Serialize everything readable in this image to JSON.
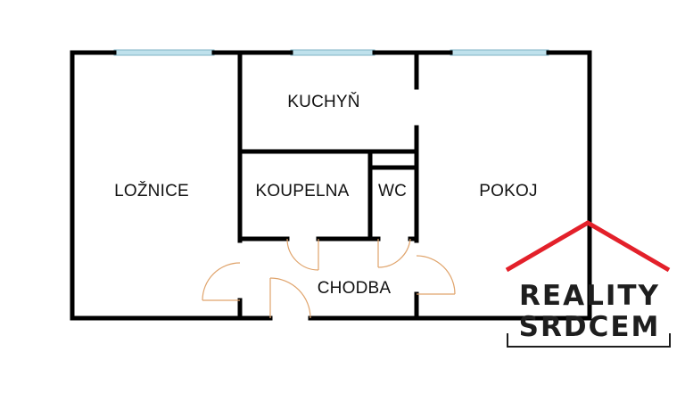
{
  "floorplan": {
    "rooms": {
      "loznice": "LOŽNICE",
      "kuchyn": "KUCHYŇ",
      "koupelna": "KOUPELNA",
      "wc": "WC",
      "pokoj": "POKOJ",
      "chodba": "CHODBA"
    }
  },
  "logo": {
    "line1": "REALITY",
    "line2": "SRDCEM",
    "roof_color": "#e3202a",
    "text_color": "#1e1e1e"
  },
  "colors": {
    "wall": "#000000",
    "window": "#bfe1ec",
    "door_arc": "#e0a46c",
    "background": "#ffffff"
  }
}
